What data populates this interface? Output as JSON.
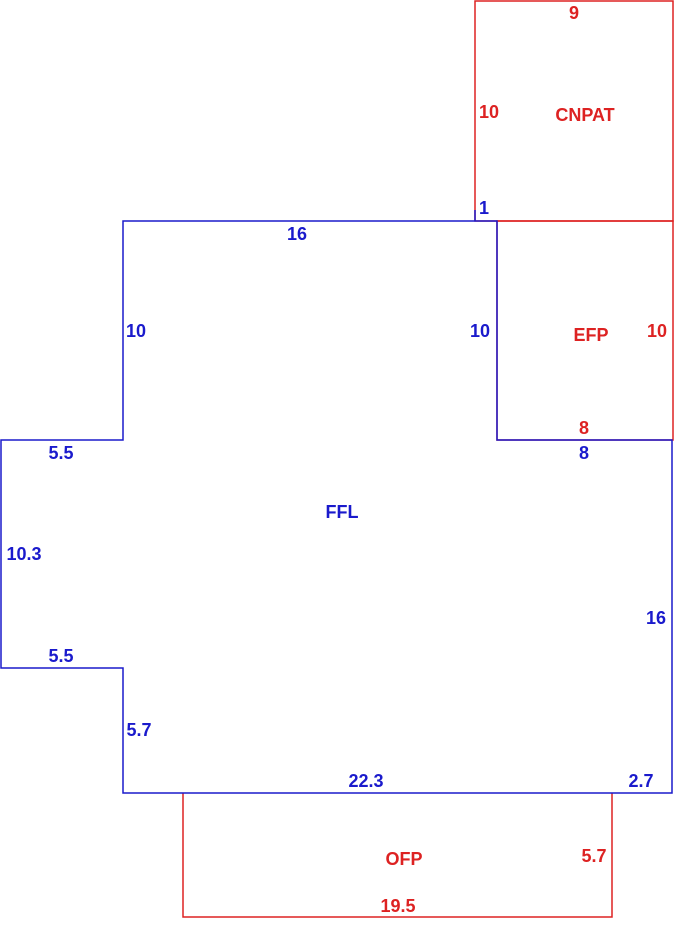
{
  "colors": {
    "living_area": "#1a1acc",
    "other_area": "#dd2222"
  },
  "areas": {
    "ffl": {
      "label": "FFL"
    },
    "cnpat": {
      "label": "CNPAT"
    },
    "efp": {
      "label": "EFP"
    },
    "ofp": {
      "label": "OFP"
    }
  },
  "dimensions": {
    "ffl": {
      "top": "16",
      "top_step": "1",
      "left_upper": "10",
      "right_upper": "10",
      "notch_top": "5.5",
      "left_mid": "10.3",
      "notch_bottom": "5.5",
      "left_lower": "5.7",
      "step_right": "8",
      "right_lower": "16",
      "bottom": "22.3",
      "bottom_right": "2.7"
    },
    "cnpat": {
      "top": "9",
      "left": "10"
    },
    "efp": {
      "right": "10",
      "bottom": "8"
    },
    "ofp": {
      "right": "5.7",
      "bottom": "19.5"
    }
  }
}
